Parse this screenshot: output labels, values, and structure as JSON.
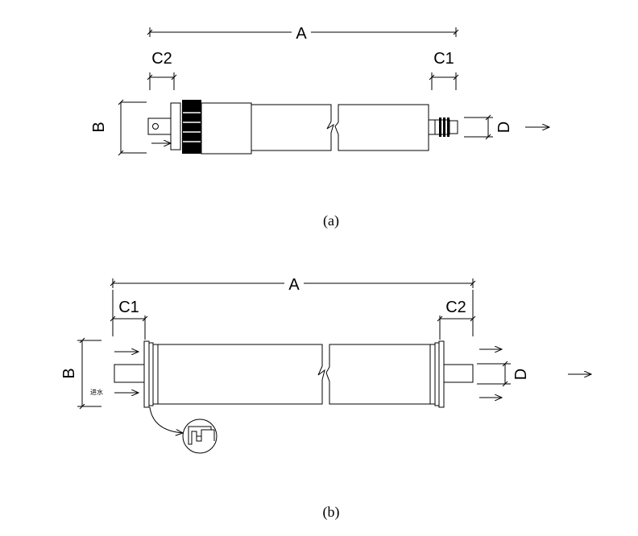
{
  "diagram_a": {
    "caption": "(a)",
    "labels": {
      "length": "A",
      "diameter": "B",
      "end_left": "C2",
      "end_right": "C1",
      "port": "D"
    }
  },
  "diagram_b": {
    "caption": "(b)",
    "labels": {
      "length": "A",
      "diameter": "B",
      "end_left": "C1",
      "end_right": "C2",
      "port": "D"
    },
    "side_note": "进水"
  },
  "colors": {
    "line": "#000000",
    "background": "#ffffff",
    "ring": "#000000"
  }
}
